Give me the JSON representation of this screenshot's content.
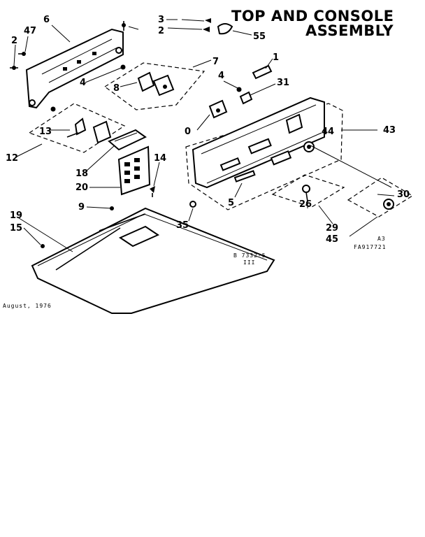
{
  "title": {
    "line1": "TOP AND CONSOLE",
    "line2": "ASSEMBLY"
  },
  "callouts": {
    "c1": "1",
    "c2a": "2",
    "c2b": "2",
    "c3": "3",
    "c4a": "4",
    "c4b": "4",
    "c5": "5",
    "c6": "6",
    "c7": "7",
    "c8": "8",
    "c9": "9",
    "c10": "0",
    "c12": "12",
    "c13": "13",
    "c14": "14",
    "c15": "15",
    "c18": "18",
    "c19": "19",
    "c20": "20",
    "c26": "26",
    "c29": "29",
    "c30": "30",
    "c31": "31",
    "c35": "35",
    "c43": "43",
    "c44": "44",
    "c45": "45",
    "c47": "47",
    "c55": "55"
  },
  "footer": {
    "date": "August, 1976"
  },
  "codes": {
    "drawing_no": "B 7332-5",
    "sub": "III",
    "rev": "A3",
    "part_no": "FA917721"
  }
}
